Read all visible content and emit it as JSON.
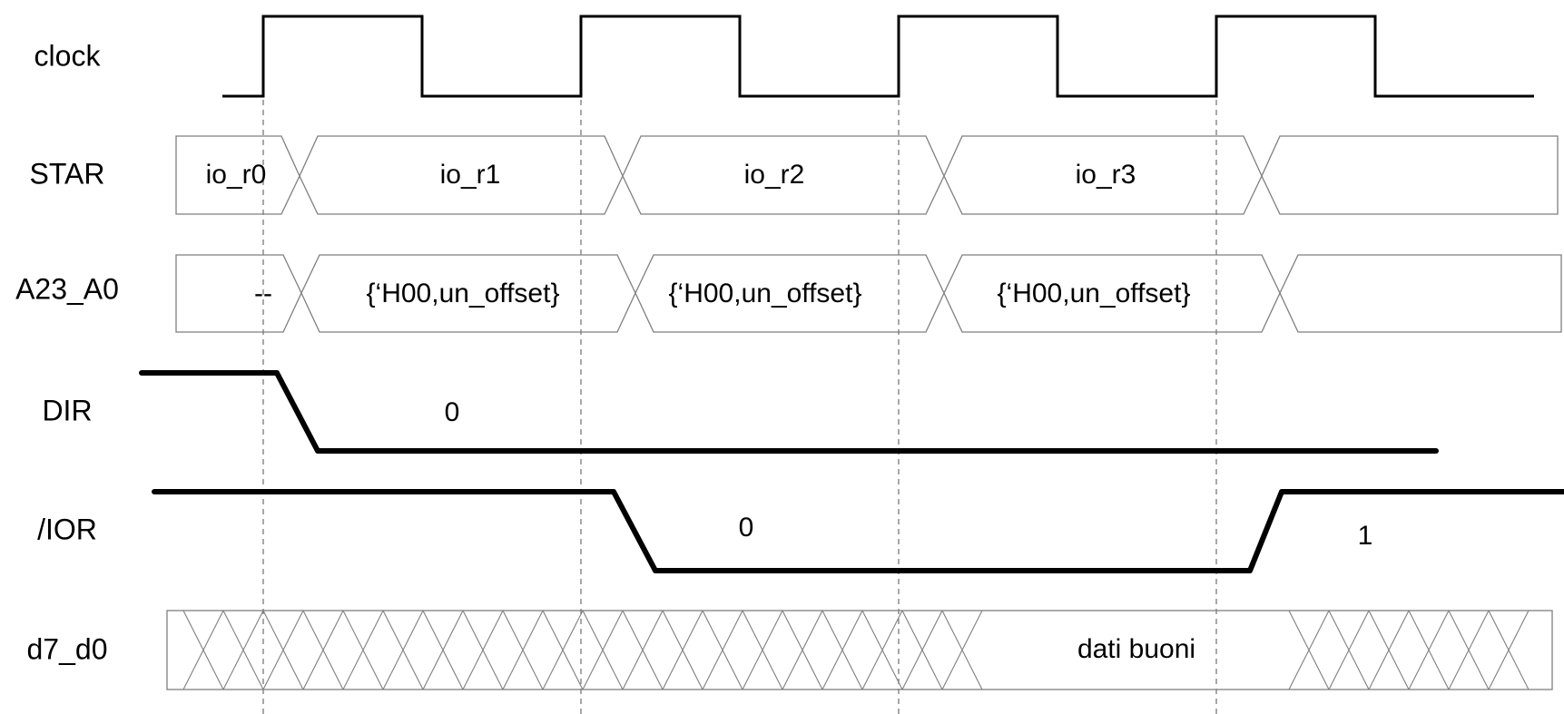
{
  "signals": {
    "clock": {
      "label": "clock"
    },
    "star": {
      "label": "STAR",
      "segments": [
        "io_r0",
        "io_r1",
        "io_r2",
        "io_r3",
        ""
      ]
    },
    "addr": {
      "label": "A23_A0",
      "segments": [
        "--",
        "{‘H00,un_offset}",
        "{‘H00,un_offset}",
        "{‘H00,un_offset}",
        ""
      ]
    },
    "dir": {
      "label": "DIR",
      "value_label": "0"
    },
    "ior": {
      "label": "/IOR",
      "low_label": "0",
      "high_label": "1"
    },
    "data": {
      "label": "d7_d0",
      "valid_label": "dati buoni"
    }
  }
}
